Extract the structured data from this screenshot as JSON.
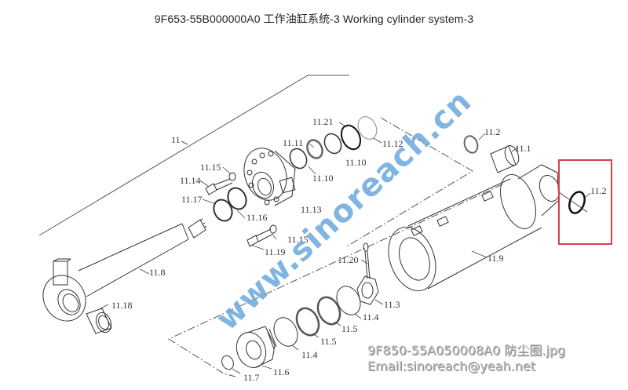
{
  "header": {
    "title": "9F653-55B000000A0   工作油缸系统-3  Working cylinder system-3"
  },
  "watermark": {
    "text": "www.sinoreach.cn",
    "color": "#5b9bd5"
  },
  "footer": {
    "filename": "9F850-55A050008A0 防尘圈.jpg",
    "email": "Email:sinoreach@yeah.net"
  },
  "highlight": {
    "color": "#d8404a",
    "label": "11.2"
  },
  "labels": [
    {
      "id": "11",
      "text": "11"
    },
    {
      "id": "11.1",
      "text": "11.1"
    },
    {
      "id": "11.2a",
      "text": "11.2"
    },
    {
      "id": "11.2b",
      "text": "11.2"
    },
    {
      "id": "11.3",
      "text": "11.3"
    },
    {
      "id": "11.4a",
      "text": "11.4"
    },
    {
      "id": "11.4b",
      "text": "11.4"
    },
    {
      "id": "11.5a",
      "text": "11.5"
    },
    {
      "id": "11.5b",
      "text": "11.5"
    },
    {
      "id": "11.6",
      "text": "11.6"
    },
    {
      "id": "11.7",
      "text": "11.7"
    },
    {
      "id": "11.8",
      "text": "11.8"
    },
    {
      "id": "11.9",
      "text": "11.9"
    },
    {
      "id": "11.10a",
      "text": "11.10"
    },
    {
      "id": "11.10b",
      "text": "11.10"
    },
    {
      "id": "11.11",
      "text": "11.11"
    },
    {
      "id": "11.12",
      "text": "11.12"
    },
    {
      "id": "11.13",
      "text": "11.13"
    },
    {
      "id": "11.14",
      "text": "11.14"
    },
    {
      "id": "11.15a",
      "text": "11.15"
    },
    {
      "id": "11.15b",
      "text": "11.15"
    },
    {
      "id": "11.16",
      "text": "11.16"
    },
    {
      "id": "11.17",
      "text": "11.17"
    },
    {
      "id": "11.18",
      "text": "11.18"
    },
    {
      "id": "11.19",
      "text": "11.19"
    },
    {
      "id": "11.20",
      "text": "11.20"
    },
    {
      "id": "11.21",
      "text": "11.21"
    }
  ]
}
